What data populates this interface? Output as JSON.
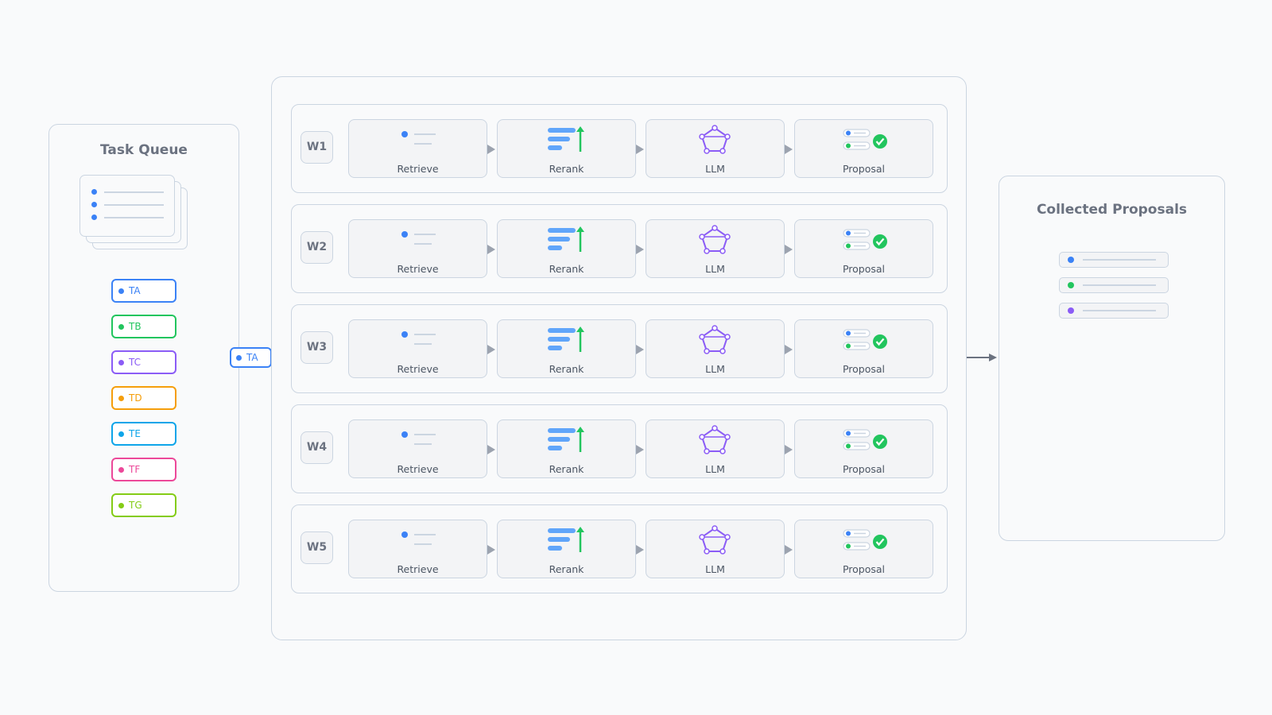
{
  "task_queue": {
    "title": "Task Queue",
    "tasks": [
      {
        "label": "TA",
        "color": "#3b82f6"
      },
      {
        "label": "TB",
        "color": "#22c55e"
      },
      {
        "label": "TC",
        "color": "#8b5cf6"
      },
      {
        "label": "TD",
        "color": "#f59e0b"
      },
      {
        "label": "TE",
        "color": "#0ea5e9"
      },
      {
        "label": "TF",
        "color": "#ec4899"
      },
      {
        "label": "TG",
        "color": "#84cc16"
      }
    ]
  },
  "dispatched_task": {
    "label": "TA",
    "color": "#3b82f6"
  },
  "workers": [
    {
      "label": "W1"
    },
    {
      "label": "W2"
    },
    {
      "label": "W3"
    },
    {
      "label": "W4"
    },
    {
      "label": "W5"
    }
  ],
  "stages": [
    {
      "label": "Retrieve",
      "icon": "retrieve-icon"
    },
    {
      "label": "Rerank",
      "icon": "rerank-icon"
    },
    {
      "label": "LLM",
      "icon": "llm-icon"
    },
    {
      "label": "Proposal",
      "icon": "proposal-icon"
    }
  ],
  "collected": {
    "title": "Collected Proposals",
    "items": [
      {
        "color": "#3b82f6"
      },
      {
        "color": "#22c55e"
      },
      {
        "color": "#8b5cf6"
      }
    ]
  },
  "colors": {
    "border": "#cbd5e1",
    "arrow": "#6b7280",
    "accent_green": "#22c55e",
    "accent_blue": "#60a5fa",
    "accent_purple": "#8b5cf6"
  }
}
